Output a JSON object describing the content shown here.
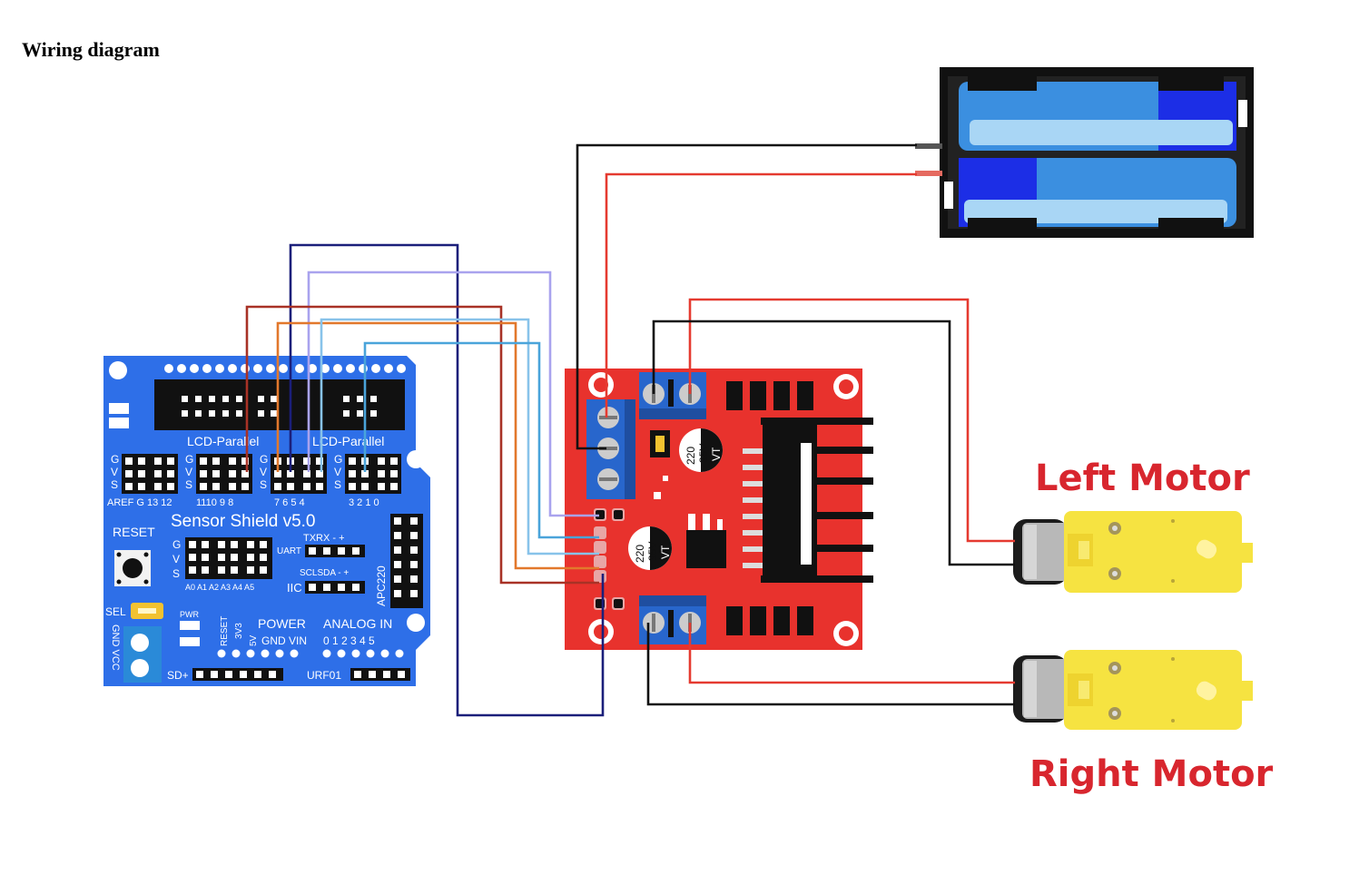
{
  "page": {
    "heading": "Wiring diagram"
  },
  "labels": {
    "left_motor": "Left Motor",
    "right_motor": "Right Motor"
  },
  "shield": {
    "lcd_parallel": "LCD-Parallel",
    "title": "Sensor  Shield   v5.0",
    "reset": "RESET",
    "aref_row": "AREF G  13 12",
    "pins_11_8": "1110  9  8",
    "pins_7_4": "7  6  5  4",
    "pins_3_0": "3  2  1  0",
    "txrx": "TXRX  -   +",
    "uart": "UART",
    "sclsda": "SCLSDA -  +",
    "iic": "IIC",
    "apc220": "APC220",
    "analog_pins": "A0 A1  A2 A3  A4 A5",
    "sel": "SEL",
    "pwr": "PWR",
    "reset_vert": "RESET",
    "v33": "3V3",
    "v5": "5V",
    "power": "POWER",
    "gnd_vin": "GND VIN",
    "analog": "ANALOG   IN",
    "analog_nums": "0  1  2  3  4  5",
    "gndvcc": "GND VCC",
    "sd": "SD+",
    "urf": "URF01",
    "g": "G",
    "v": "V",
    "s": "S"
  },
  "driver": {
    "cap_value": "220",
    "cap_voltage": "35V",
    "cap_code": "VT"
  },
  "colors": {
    "shield_blue": "#2e6fe8",
    "driver_red": "#e8322d",
    "wire_black": "#111111",
    "wire_red": "#e53a30",
    "wire_navy": "#1b1f7a",
    "wire_lavender": "#a9a3ee",
    "wire_darkred": "#a83226",
    "wire_orange": "#e2782c",
    "wire_lightblue": "#88c3ea",
    "wire_skyblue": "#4aa4da",
    "motor_yellow": "#f6e341",
    "battery_blue": "#3b8fe0"
  }
}
